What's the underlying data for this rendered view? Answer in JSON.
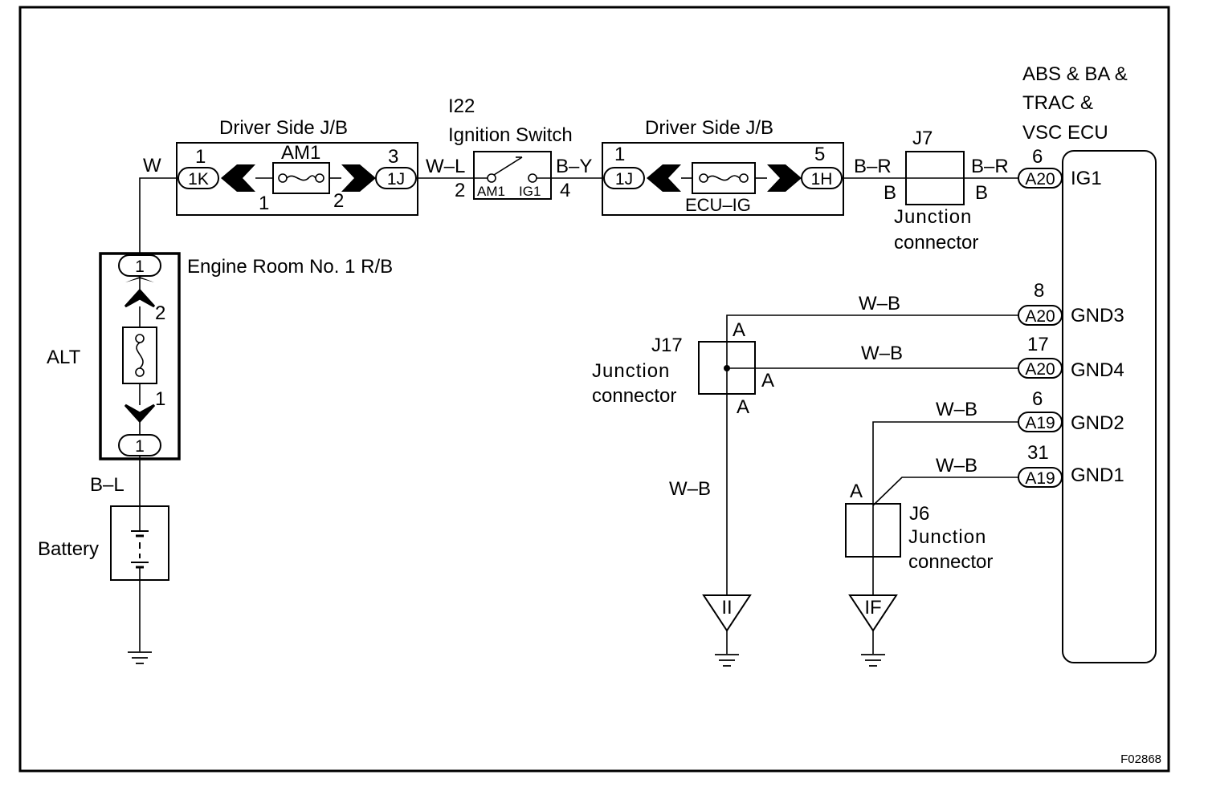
{
  "figure_id": "F02868",
  "components": {
    "driver_jb_left": {
      "title": "Driver Side J/B",
      "fuse": "AM1",
      "pin_in": "1",
      "pin_out": "3",
      "conn_in": "1K",
      "conn_out": "1J",
      "inner_in": "1",
      "inner_out": "2"
    },
    "ignition_switch": {
      "id": "I22",
      "name": "Ignition Switch",
      "pin_left": "2",
      "pin_right": "4",
      "terminal_left": "AM1",
      "terminal_right": "IG1"
    },
    "driver_jb_right": {
      "title": "Driver Side J/B",
      "fuse": "ECU–IG",
      "pin_in": "1",
      "pin_out": "5",
      "conn_in": "1J",
      "conn_out": "1H"
    },
    "j7": {
      "id": "J7",
      "name_line1": "Junction",
      "name_line2": "connector",
      "left_terminal": "B",
      "right_terminal": "B"
    },
    "ecu": {
      "name_line1": "ABS & BA &",
      "name_line2": "TRAC &",
      "name_line3": "VSC ECU",
      "terminals": [
        {
          "pin": "6",
          "connector": "A20",
          "name": "IG1"
        },
        {
          "pin": "8",
          "connector": "A20",
          "name": "GND3"
        },
        {
          "pin": "17",
          "connector": "A20",
          "name": "GND4"
        },
        {
          "pin": "6",
          "connector": "A19",
          "name": "GND2"
        },
        {
          "pin": "31",
          "connector": "A19",
          "name": "GND1"
        }
      ]
    },
    "engine_room_rb": {
      "name": "Engine Room No. 1 R/B",
      "fuse": "ALT",
      "top_conn": "1",
      "bottom_conn": "1",
      "pin_upper": "2",
      "pin_lower": "1"
    },
    "battery": {
      "name": "Battery"
    },
    "j17": {
      "id": "J17",
      "name_line1": "Junction",
      "name_line2": "connector",
      "term_top": "A",
      "term_right": "A",
      "term_bottom": "A"
    },
    "j6": {
      "id": "J6",
      "name_line1": "Junction",
      "name_line2": "connector",
      "term_top": "A"
    },
    "grounds": {
      "left": "II",
      "right": "IF"
    }
  },
  "wires": {
    "w1": "W",
    "w2": "W–L",
    "w3": "B–Y",
    "w4": "B–R",
    "w5": "B–R",
    "w6": "B–L",
    "gnd3": "W–B",
    "gnd4": "W–B",
    "gnd2": "W–B",
    "gnd1": "W–B",
    "j17_down": "W–B"
  }
}
